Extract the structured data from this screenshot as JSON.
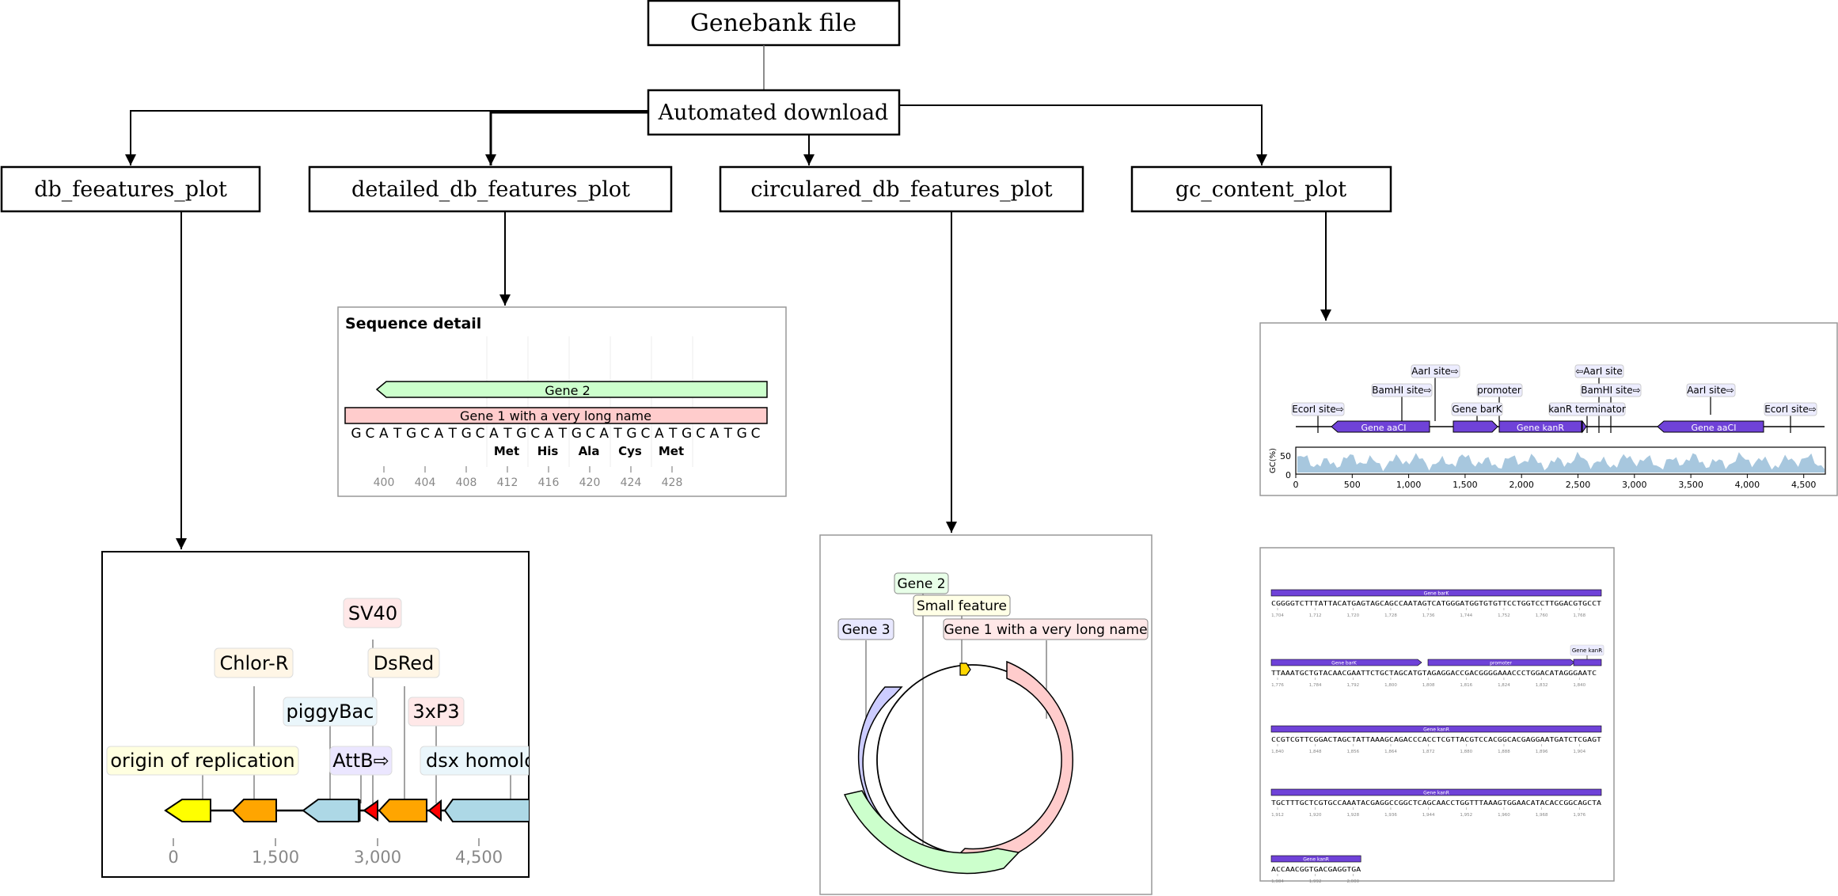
{
  "flow": {
    "root": "Genebank file",
    "download": "Automated download",
    "functions": [
      "db_feeatures_plot",
      "detailed_db_features_plot",
      "circulared_db_features_plot",
      "gc_content_plot"
    ]
  },
  "linear_map": {
    "labels": {
      "ori": "origin of replication",
      "chlor": "Chlor-R",
      "piggy": "piggyBac",
      "sv40": "SV40",
      "attb": "AttB⇨",
      "dsred": "DsRed",
      "p3xp3": "3xP3",
      "dsx": "dsx homolo"
    },
    "ticks": [
      "0",
      "1,500",
      "3,000",
      "4,500"
    ]
  },
  "sequence_detail": {
    "title": "Sequence detail",
    "gene2": "Gene 2",
    "gene1": "Gene 1 with a very long name",
    "sequence": [
      "G",
      "C",
      "A",
      "T",
      "G",
      "C",
      "A",
      "T",
      "G",
      "C",
      "A",
      "T",
      "G",
      "C",
      "A",
      "T",
      "G",
      "C",
      "A",
      "T",
      "G",
      "C",
      "A",
      "T",
      "G",
      "C",
      "A",
      "T",
      "G",
      "C"
    ],
    "amino_acids": [
      "Met",
      "His",
      "Ala",
      "Cys",
      "Met"
    ],
    "ticks": [
      "400",
      "404",
      "408",
      "412",
      "416",
      "420",
      "424",
      "428"
    ]
  },
  "circular_map": {
    "gene2": "Gene 2",
    "small": "Small feature",
    "gene3": "Gene 3",
    "gene1": "Gene 1 with a very long name"
  },
  "gc_plot": {
    "site_labels": {
      "ecori1": "EcorI site⇨",
      "bamhi1": "BamHI site⇨",
      "aari1": "AarI site⇨",
      "genebark": "Gene barK",
      "promoter": "promoter",
      "kanr_term": "kanR terminator",
      "bamhi2": "BamHI site⇨",
      "aari2": "⇦AarI site",
      "aari3": "AarI site⇨",
      "ecori2": "EcorI site⇨"
    },
    "gene_labels": {
      "aacI_1": "Gene aaCI",
      "kanR": "Gene kanR",
      "aacI_2": "Gene aaCI"
    },
    "ylabel": "GC(%)",
    "yticks": [
      "0",
      "50"
    ],
    "xticks": [
      "0",
      "500",
      "1,000",
      "1,500",
      "2,000",
      "2,500",
      "3,000",
      "3,500",
      "4,000",
      "4,500"
    ]
  },
  "seq_rows": {
    "rows": [
      {
        "bars": [
          "Gene barK"
        ],
        "seq": "CGGGGTCTTTATTACATGAGTAGCAGCCAATAGTCATGGGATGGTGTGTTCCTGGTCCTTGGACGTGCCT",
        "ticks": [
          "1,704",
          "1,712",
          "1,720",
          "1,728",
          "1,736",
          "1,744",
          "1,752",
          "1,760",
          "1,768"
        ]
      },
      {
        "bars": [
          "Gene barK",
          "promoter",
          "Gene kanR"
        ],
        "seq": "TTAAATGCTGTACAACGAATTCTGCTAGCATGTAGAGGACCGACGGGGAAACCCTGGACATAGGGAATC",
        "ticks": [
          "1,776",
          "1,784",
          "1,792",
          "1,800",
          "1,808",
          "1,816",
          "1,824",
          "1,832",
          "1,840"
        ]
      },
      {
        "bars": [
          "Gene kanR"
        ],
        "seq": "CCGTCGTTCGGACTAGCTATTAAAGCAGACCCACCTCGTTACGTCCACGGCACGAGGAATGATCTCGAGT",
        "ticks": [
          "1,840",
          "1,848",
          "1,856",
          "1,864",
          "1,872",
          "1,880",
          "1,888",
          "1,896",
          "1,904"
        ]
      },
      {
        "bars": [
          "Gene kanR"
        ],
        "seq": "TGCTTTGCTCGTGCCAAATACGAGGCCGGCTCAGCAACCTGGTTTAAAGTGGAACATACACCGGCAGCTA",
        "ticks": [
          "1,912",
          "1,920",
          "1,928",
          "1,936",
          "1,944",
          "1,952",
          "1,960",
          "1,968",
          "1,976"
        ]
      },
      {
        "bars": [
          "Gene kanR"
        ],
        "seq": "ACCAACGGTGACGAGGTGA",
        "ticks": [
          "1,984",
          "1,992",
          "2,000"
        ]
      }
    ]
  },
  "colors": {
    "purple": "#6f42d8",
    "gc_fill": "#a7c7de",
    "yellow": "#ffff00",
    "orange": "#ffa500",
    "lightblue": "#add8e6",
    "red": "#ff0000",
    "green": "#ccffcc",
    "pink": "#ffcccc",
    "lavender": "#ccccff"
  }
}
